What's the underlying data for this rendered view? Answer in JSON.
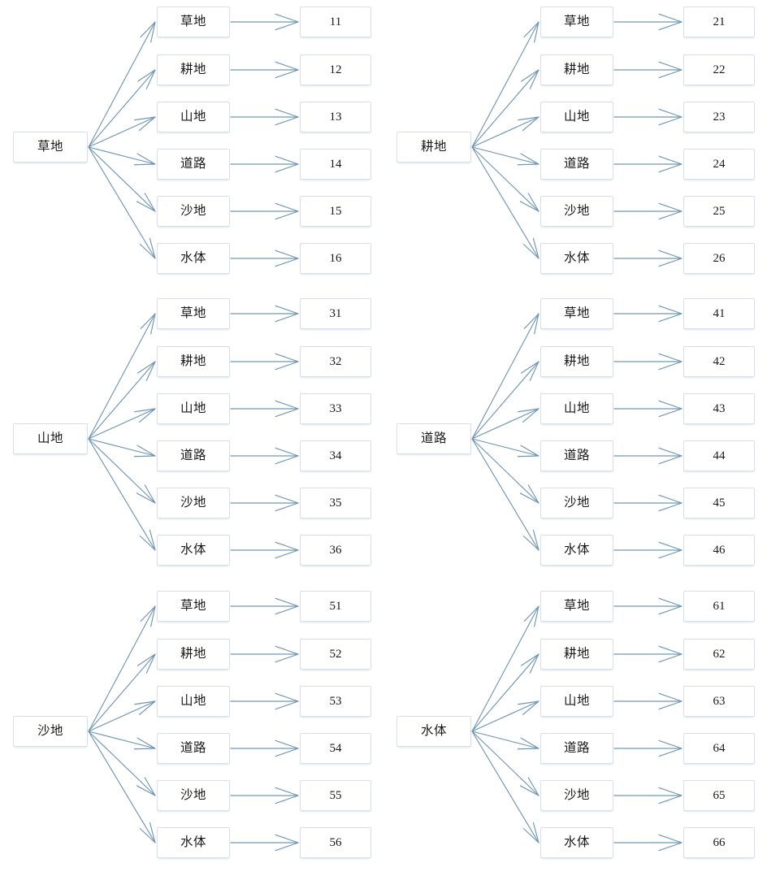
{
  "diagram": {
    "title": "",
    "type": "fan-out transition matrix diagram",
    "layout": {
      "columns": 2,
      "rows": 3,
      "branches_per_group": 6
    },
    "colors": {
      "edge": "#6f96b4",
      "box_border": "#d8dfe6",
      "box_fill": "#ffffff",
      "box_shadow": "#c9dcea",
      "text": "#191919"
    },
    "categories": [
      "草地",
      "耕地",
      "山地",
      "道路",
      "沙地",
      "水体"
    ],
    "groups": [
      {
        "id": "group-1",
        "source": "草地",
        "branches": [
          {
            "target": "草地",
            "value": "11"
          },
          {
            "target": "耕地",
            "value": "12"
          },
          {
            "target": "山地",
            "value": "13"
          },
          {
            "target": "道路",
            "value": "14"
          },
          {
            "target": "沙地",
            "value": "15"
          },
          {
            "target": "水体",
            "value": "16"
          }
        ]
      },
      {
        "id": "group-2",
        "source": "耕地",
        "branches": [
          {
            "target": "草地",
            "value": "21"
          },
          {
            "target": "耕地",
            "value": "22"
          },
          {
            "target": "山地",
            "value": "23"
          },
          {
            "target": "道路",
            "value": "24"
          },
          {
            "target": "沙地",
            "value": "25"
          },
          {
            "target": "水体",
            "value": "26"
          }
        ]
      },
      {
        "id": "group-3",
        "source": "山地",
        "branches": [
          {
            "target": "草地",
            "value": "31"
          },
          {
            "target": "耕地",
            "value": "32"
          },
          {
            "target": "山地",
            "value": "33"
          },
          {
            "target": "道路",
            "value": "34"
          },
          {
            "target": "沙地",
            "value": "35"
          },
          {
            "target": "水体",
            "value": "36"
          }
        ]
      },
      {
        "id": "group-4",
        "source": "道路",
        "branches": [
          {
            "target": "草地",
            "value": "41"
          },
          {
            "target": "耕地",
            "value": "42"
          },
          {
            "target": "山地",
            "value": "43"
          },
          {
            "target": "道路",
            "value": "44"
          },
          {
            "target": "沙地",
            "value": "45"
          },
          {
            "target": "水体",
            "value": "46"
          }
        ]
      },
      {
        "id": "group-5",
        "source": "沙地",
        "branches": [
          {
            "target": "草地",
            "value": "51"
          },
          {
            "target": "耕地",
            "value": "52"
          },
          {
            "target": "山地",
            "value": "53"
          },
          {
            "target": "道路",
            "value": "54"
          },
          {
            "target": "沙地",
            "value": "55"
          },
          {
            "target": "水体",
            "value": "56"
          }
        ]
      },
      {
        "id": "group-6",
        "source": "水体",
        "branches": [
          {
            "target": "草地",
            "value": "61"
          },
          {
            "target": "耕地",
            "value": "62"
          },
          {
            "target": "山地",
            "value": "63"
          },
          {
            "target": "道路",
            "value": "64"
          },
          {
            "target": "沙地",
            "value": "65"
          },
          {
            "target": "水体",
            "value": "66"
          }
        ]
      }
    ]
  }
}
